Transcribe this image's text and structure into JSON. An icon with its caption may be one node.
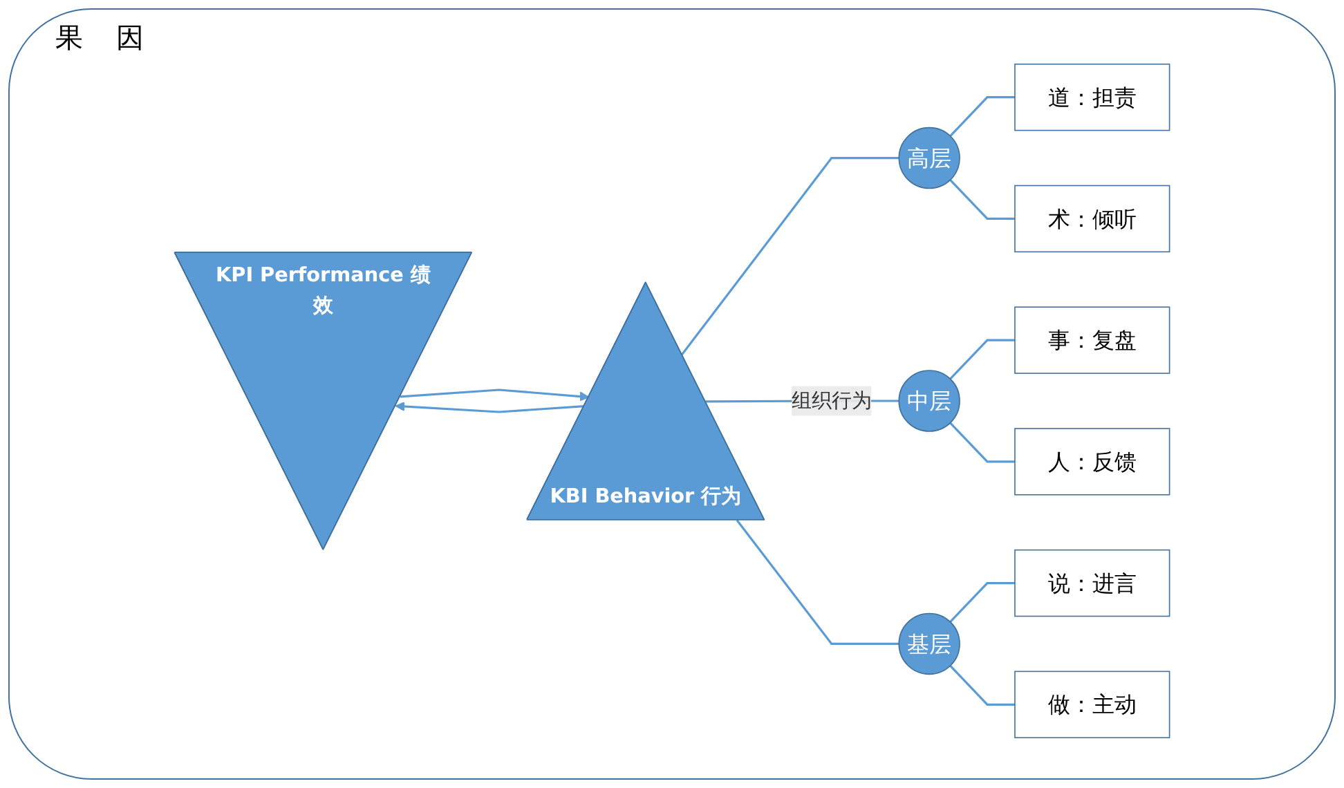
{
  "diagram": {
    "nodes": [
      {
        "text": [
          "KPI Performance 绩效"
        ]
      },
      {
        "text": [
          "KBI Behavior 行为"
        ]
      },
      {
        "text": [
          "高层"
        ]
      },
      {
        "text": [
          "中层"
        ]
      },
      {
        "text": [
          "基层"
        ]
      },
      {
        "text": [
          "道：担责"
        ]
      },
      {
        "text": [
          "术：倾听"
        ]
      },
      {
        "text": [
          "事：复盘"
        ]
      },
      {
        "text": [
          "人：反馈"
        ]
      },
      {
        "text": [
          "说：进言"
        ]
      },
      {
        "text": [
          "做：主动"
        ]
      }
    ],
    "edges": [
      {
        "from": 1,
        "to": 0,
        "arrow": "to"
      },
      {
        "from": 0,
        "to": 1,
        "arrow": "to"
      },
      {
        "from": 1,
        "to": 2,
        "arrow": "none"
      },
      {
        "from": 1,
        "to": 3,
        "label": "组织行为",
        "arrow": "none"
      },
      {
        "from": 1,
        "to": 4,
        "arrow": "none"
      },
      {
        "from": 2,
        "to": 5,
        "arrow": "none"
      },
      {
        "from": 2,
        "to": 6,
        "arrow": "none"
      },
      {
        "from": 3,
        "to": 7,
        "arrow": "none"
      },
      {
        "from": 3,
        "to": 8,
        "arrow": "none"
      },
      {
        "from": 4,
        "to": 9,
        "arrow": "none"
      },
      {
        "from": 4,
        "to": 10,
        "arrow": "none"
      }
    ],
    "labels": [
      "果",
      "因"
    ]
  }
}
